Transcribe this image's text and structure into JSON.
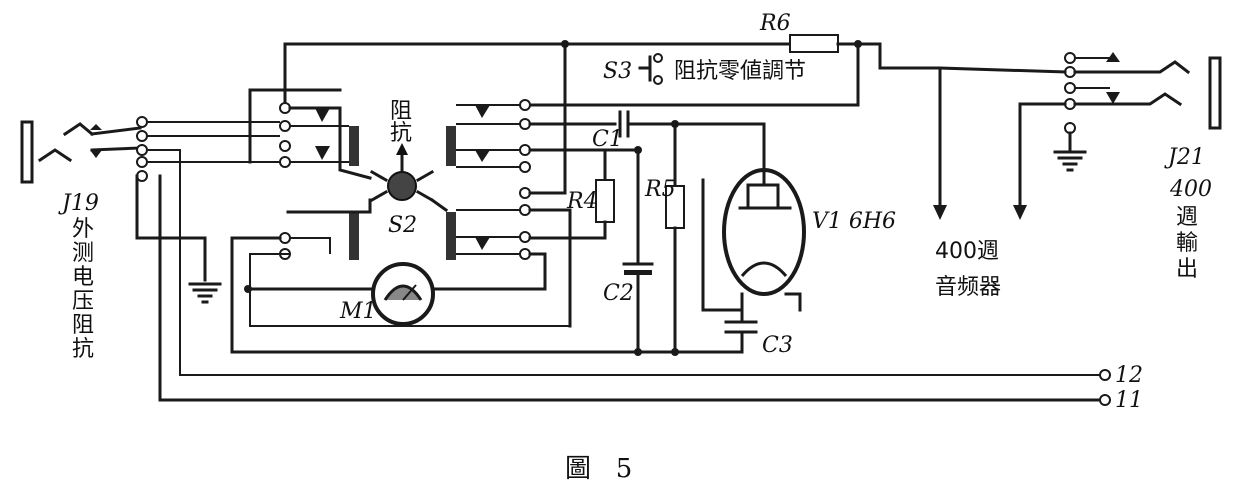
{
  "labels": {
    "r6": "R6",
    "s3": "S3",
    "s3_desc": "阻抗零値調节",
    "s2_top_a": "阻",
    "s2_top_b": "抗",
    "s2": "S2",
    "c1": "C1",
    "r4": "R4",
    "r5": "R5",
    "c2": "C2",
    "c3": "C3",
    "v1": "V1 6H6",
    "m1": "M1",
    "j19": "J19",
    "j19_desc": [
      "外",
      "测",
      "电",
      "压",
      "阻",
      "抗"
    ],
    "j21": "J21",
    "j21_desc": [
      "400",
      "週",
      "輸",
      "出"
    ],
    "osc_a": "400週",
    "osc_b": "音频器",
    "t12": "12",
    "t11": "11"
  },
  "caption": "圖   5"
}
